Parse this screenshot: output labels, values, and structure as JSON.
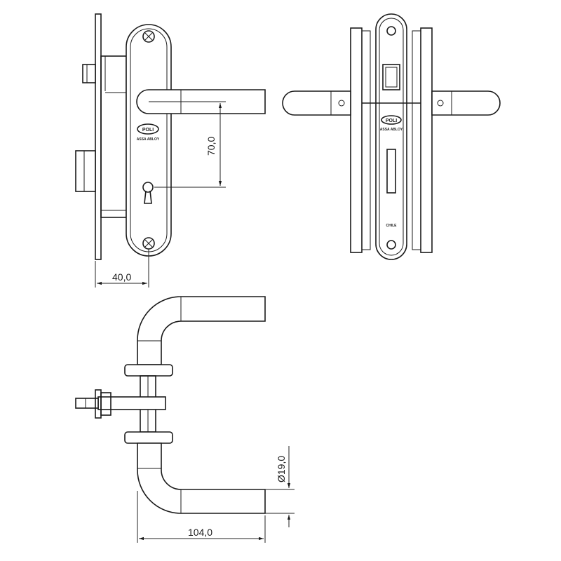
{
  "dimensions": {
    "handle_height": "70,0",
    "backset": "40,0",
    "handle_length": "104,0",
    "handle_diameter": "Ø19,0"
  },
  "brand": {
    "logo_text": "POLI",
    "sub_text": "ASSA ABLOY",
    "origin_text": "CHILE"
  }
}
